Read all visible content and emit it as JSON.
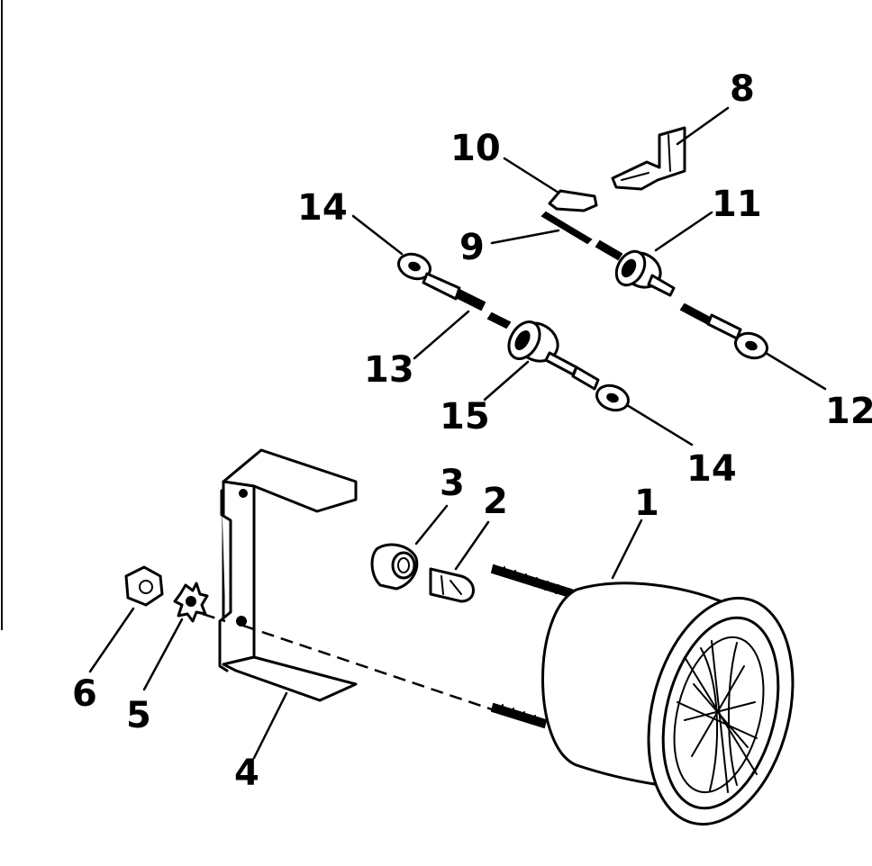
{
  "callouts": {
    "c1": "1",
    "c2": "2",
    "c3": "3",
    "c4": "4",
    "c5": "5",
    "c6": "6",
    "c8": "8",
    "c9": "9",
    "c10": "10",
    "c11": "11",
    "c12": "12",
    "c13": "13",
    "c14_top": "14",
    "c14_bottom": "14",
    "c15": "15"
  },
  "colors": {
    "ink": "#000000",
    "paper": "#ffffff"
  }
}
